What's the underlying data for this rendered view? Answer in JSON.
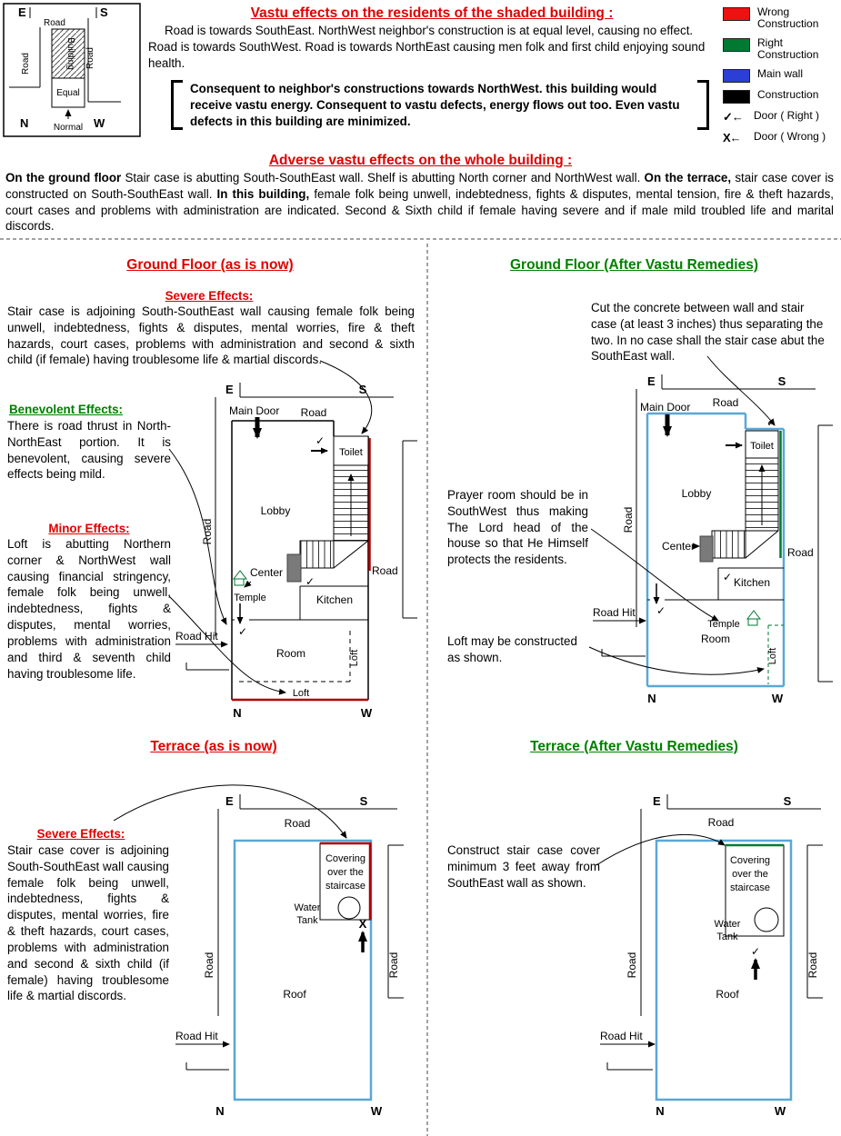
{
  "header": {
    "title": "Vastu effects on the residents of the shaded building :",
    "body": "Road is towards SouthEast. NorthWest neighbor's construction is at equal level, causing no effect. Road is towards SouthWest. Road is towards NorthEast causing men folk and first child enjoying sound health.",
    "bracket_note": "Consequent to neighbor's constructions towards NorthWest. this building would receive vastu energy. Consequent to vastu defects, energy flows out too. Even vastu defects in this building are minimized."
  },
  "mini": {
    "e": "E",
    "s": "S",
    "n": "N",
    "w": "W",
    "road_top": "Road",
    "road_left": "Road",
    "road_right": "Road",
    "building": "Building",
    "equal": "Equal",
    "normal": "Normal"
  },
  "legend": {
    "items": [
      {
        "label": "Wrong Construction",
        "color": "#ee1111"
      },
      {
        "label": "Right Construction",
        "color": "#007a33"
      },
      {
        "label": "Main wall",
        "color": "#2b3fd6"
      },
      {
        "label": "Construction",
        "color": "#000000"
      },
      {
        "label": "Door ( Right )",
        "symbol": "✓←"
      },
      {
        "label": "Door ( Wrong )",
        "symbol": "X←"
      }
    ]
  },
  "adverse": {
    "title": "Adverse vastu effects on the whole building :",
    "seg1_bold": "On the ground floor ",
    "seg2": "Stair case is abutting South-SouthEast wall. Shelf is abutting North corner and NorthWest wall. ",
    "seg3_bold": "On the terrace, ",
    "seg4": "stair case cover is constructed on South-SouthEast wall. ",
    "seg5_bold": "In this building, ",
    "seg6": "female folk being unwell, indebtedness, fights & disputes, mental tension, fire & theft hazards, court cases and problems with administration are indicated. Second & Sixth child if female having severe and if male mild troubled life and marital discords."
  },
  "gf_now": {
    "title": "Ground Floor (as is now)",
    "severe_heading": "Severe Effects:",
    "severe_text": "Stair case is adjoining South-SouthEast wall causing female folk being unwell, indebtedness, fights & disputes, mental worries, fire & theft hazards, court cases, problems with administration and second & sixth child (if female) having troublesome life & martial discords.",
    "benevolent_heading": "Benevolent Effects:",
    "benevolent_text": "There is road thrust in North-NorthEast portion. It is benevolent, causing severe effects being mild.",
    "minor_heading": "Minor Effects:",
    "minor_text": "Loft is abutting Northern corner & NorthWest wall causing financial stringency, female folk being unwell, indebtedness, fights & disputes, mental worries, problems with administration and third & seventh child having troublesome life.",
    "plan": {
      "e": "E",
      "s": "S",
      "n": "N",
      "w": "W",
      "road_top": "Road",
      "road_left": "Road",
      "road_right": "Road",
      "road_hit": "Road Hit",
      "main_door": "Main Door",
      "toilet": "Toilet",
      "lobby": "Lobby",
      "center": "Center",
      "temple": "Temple",
      "kitchen": "Kitchen",
      "room": "Room",
      "loft_side": "Loft",
      "loft_bottom": "Loft"
    }
  },
  "gf_remedy": {
    "title": "Ground Floor (After Vastu Remedies)",
    "note_staircase": "Cut the concrete between wall and stair case (at least 3 inches) thus separating the two. In no case shall the stair case abut the SouthEast wall.",
    "note_prayer": "Prayer room should be in SouthWest thus making The Lord head of the house so that He Himself protects the residents.",
    "note_loft": "Loft may be constructed as shown.",
    "plan": {
      "e": "E",
      "s": "S",
      "n": "N",
      "w": "W",
      "road_top": "Road",
      "road_left": "Road",
      "road_right": "Road",
      "road_hit": "Road Hit",
      "main_door": "Main Door",
      "toilet": "Toilet",
      "lobby": "Lobby",
      "center": "Center",
      "temple": "Temple",
      "kitchen": "Kitchen",
      "room": "Room",
      "loft_side": "Loft"
    }
  },
  "terrace_now": {
    "title": "Terrace (as is now)",
    "severe_heading": "Severe Effects:",
    "severe_text": "Stair case cover is adjoining South-SouthEast wall causing female folk being unwell, indebtedness, fights & disputes, mental worries, fire & theft hazards, court cases, problems with administration and second & sixth child (if female) having troublesome life & martial discords.",
    "plan": {
      "e": "E",
      "s": "S",
      "n": "N",
      "w": "W",
      "road_top": "Road",
      "road_left": "Road",
      "road_right": "Road",
      "road_hit": "Road Hit",
      "covering_1": "Covering",
      "covering_2": "over the",
      "covering_3": "staircase",
      "water_1": "Water",
      "water_2": "Tank",
      "roof": "Roof"
    }
  },
  "terrace_remedy": {
    "title": "Terrace (After Vastu Remedies)",
    "note": "Construct stair case cover minimum 3 feet away from SouthEast wall as shown.",
    "plan": {
      "e": "E",
      "s": "S",
      "n": "N",
      "w": "W",
      "road_top": "Road",
      "road_left": "Road",
      "road_right": "Road",
      "road_hit": "Road Hit",
      "covering_1": "Covering",
      "covering_2": "over the",
      "covering_3": "staircase",
      "water_1": "Water",
      "water_2": "Tank",
      "roof": "Roof"
    }
  },
  "icons": {
    "check": "✓",
    "cross": "X"
  },
  "colors": {
    "title_red": "#e00000",
    "title_green": "#008000",
    "wrong_red": "#b00000",
    "right_green": "#007a33",
    "main_wall_blue": "#5aa7d6"
  }
}
